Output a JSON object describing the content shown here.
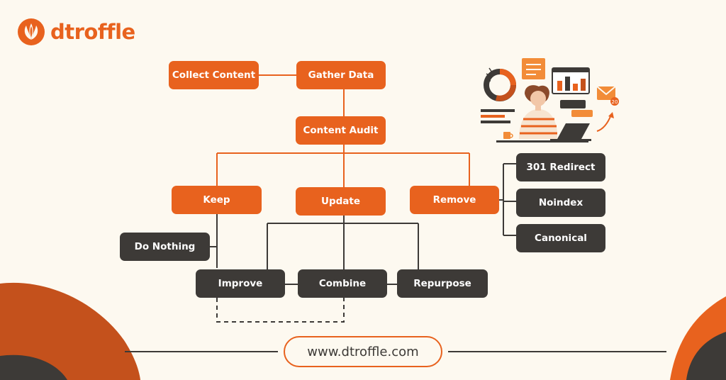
{
  "brand": {
    "name": "dtroffle",
    "url": "www.dtroffle.com"
  },
  "colors": {
    "orange": "#e8621e",
    "dark": "#3d3a37",
    "background": "#fdf9f0",
    "line": "#3d3a37",
    "connector": "#e8621e"
  },
  "nodes": {
    "collect_content": "Collect Content",
    "gather_data": "Gather Data",
    "content_audit": "Content Audit",
    "keep": "Keep",
    "update": "Update",
    "remove": "Remove",
    "do_nothing": "Do Nothing",
    "improve": "Improve",
    "combine": "Combine",
    "repurpose": "Repurpose",
    "redirect_301": "301 Redirect",
    "noindex": "Noindex",
    "canonical": "Canonical"
  },
  "illustration": {
    "badge": "20"
  }
}
